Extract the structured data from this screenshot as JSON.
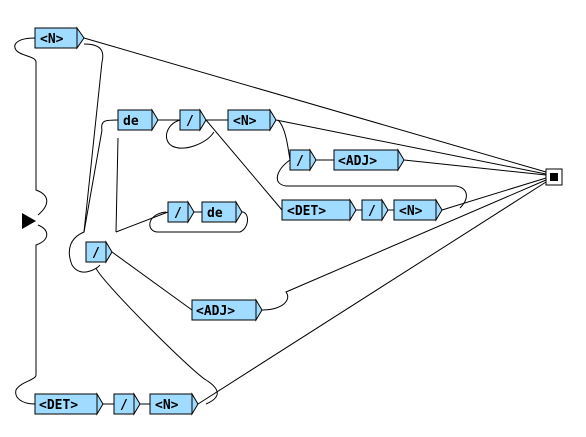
{
  "diagram": {
    "type": "finite-state-graph",
    "boxes": [
      {
        "id": "n_top",
        "label": "<N>"
      },
      {
        "id": "de1",
        "label": "de"
      },
      {
        "id": "slash1",
        "label": "/"
      },
      {
        "id": "n_mid",
        "label": "<N>"
      },
      {
        "id": "slash2",
        "label": "/"
      },
      {
        "id": "adj_mid",
        "label": "<ADJ>"
      },
      {
        "id": "slash3",
        "label": "/"
      },
      {
        "id": "de2",
        "label": "de"
      },
      {
        "id": "det_mid",
        "label": "<DET>"
      },
      {
        "id": "slash4",
        "label": "/"
      },
      {
        "id": "n_mid2",
        "label": "<N>"
      },
      {
        "id": "slash5",
        "label": "/"
      },
      {
        "id": "adj_low",
        "label": "<ADJ>"
      },
      {
        "id": "det_bot",
        "label": "<DET>"
      },
      {
        "id": "slash6",
        "label": "/"
      },
      {
        "id": "n_bot",
        "label": "<N>"
      }
    ],
    "initial_state": "start-arrow",
    "final_state": "end-square"
  }
}
